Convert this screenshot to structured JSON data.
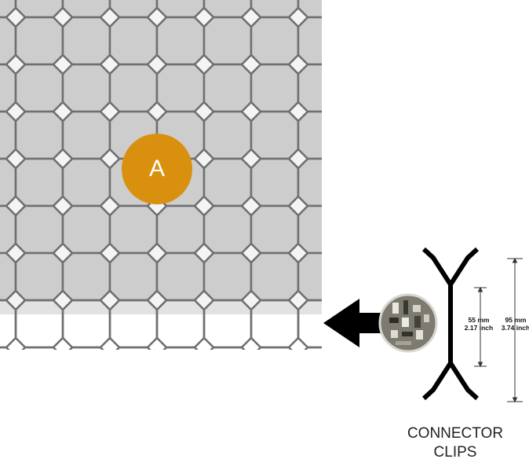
{
  "panel": {
    "badge_label": "A",
    "colors": {
      "background": "#e2e2e2",
      "tile": "#cdcdcd",
      "grid_line": "#6f6f6f",
      "badge": "#d9900f"
    }
  },
  "connector": {
    "dim_inner_mm": "55 mm",
    "dim_inner_inch": "2.17 inch",
    "dim_outer_mm": "95 mm",
    "dim_outer_inch": "3.74 inch",
    "caption_line1": "CONNECTOR",
    "caption_line2": "CLIPS",
    "arrow_icon": "arrow-left-icon",
    "photo_icon": "connector-photo-icon"
  }
}
